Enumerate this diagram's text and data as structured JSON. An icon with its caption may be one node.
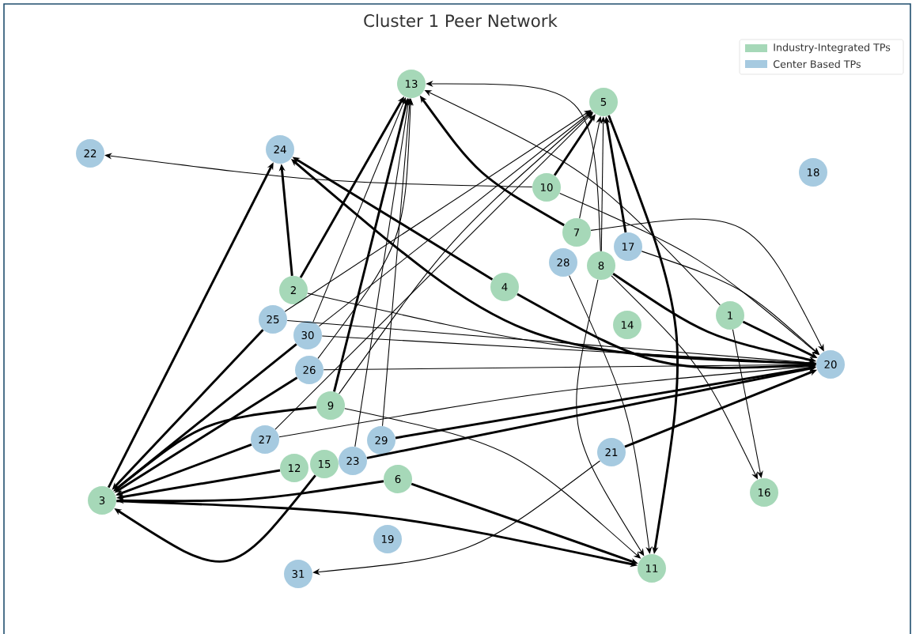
{
  "diagram": {
    "title": "Cluster 1 Peer Network",
    "nodes": [
      {
        "text": [
          "1"
        ]
      },
      {
        "text": [
          "2"
        ]
      },
      {
        "text": [
          "3"
        ]
      },
      {
        "text": [
          "4"
        ]
      },
      {
        "text": [
          "5"
        ]
      },
      {
        "text": [
          "6"
        ]
      },
      {
        "text": [
          "7"
        ]
      },
      {
        "text": [
          "8"
        ]
      },
      {
        "text": [
          "9"
        ]
      },
      {
        "text": [
          "10"
        ]
      },
      {
        "text": [
          "11"
        ]
      },
      {
        "text": [
          "12"
        ]
      },
      {
        "text": [
          "13"
        ]
      },
      {
        "text": [
          "14"
        ]
      },
      {
        "text": [
          "15"
        ]
      },
      {
        "text": [
          "16"
        ]
      },
      {
        "text": [
          "17"
        ]
      },
      {
        "text": [
          "18"
        ]
      },
      {
        "text": [
          "19"
        ]
      },
      {
        "text": [
          "20"
        ]
      },
      {
        "text": [
          "21"
        ]
      },
      {
        "text": [
          "22"
        ]
      },
      {
        "text": [
          "23"
        ]
      },
      {
        "text": [
          "24"
        ]
      },
      {
        "text": [
          "25"
        ]
      },
      {
        "text": [
          "26"
        ]
      },
      {
        "text": [
          "27"
        ]
      },
      {
        "text": [
          "28"
        ]
      },
      {
        "text": [
          "29"
        ]
      },
      {
        "text": [
          "30"
        ]
      },
      {
        "text": [
          "31"
        ]
      }
    ],
    "edges": [
      {
        "from": 24,
        "to": 2,
        "arrow": "to",
        "style": "thick"
      },
      {
        "from": 29,
        "to": 2,
        "arrow": "to",
        "style": "thick"
      },
      {
        "from": 25,
        "to": 2,
        "arrow": "to",
        "style": "thick"
      },
      {
        "from": 8,
        "to": 2,
        "arrow": "to",
        "style": "thick"
      },
      {
        "from": 26,
        "to": 2,
        "arrow": "to",
        "style": "thick"
      },
      {
        "from": 11,
        "to": 2,
        "arrow": "to",
        "style": "thick"
      },
      {
        "from": 14,
        "to": 2,
        "arrow": "to",
        "style": "thick"
      },
      {
        "from": 5,
        "to": 2,
        "arrow": "to",
        "style": "thick"
      },
      {
        "from": 2,
        "to": 23,
        "arrow": "to",
        "style": "thick"
      },
      {
        "from": 1,
        "to": 23,
        "arrow": "to",
        "style": "thick"
      },
      {
        "from": 3,
        "to": 23,
        "arrow": "to",
        "style": "thick"
      },
      {
        "from": 19,
        "to": 23,
        "arrow": "to",
        "style": "thick"
      },
      {
        "from": 9,
        "to": 21,
        "arrow": "to"
      },
      {
        "from": 1,
        "to": 12,
        "arrow": "to",
        "style": "thick"
      },
      {
        "from": 8,
        "to": 12,
        "arrow": "to",
        "style": "thick"
      },
      {
        "from": 6,
        "to": 12,
        "arrow": "to",
        "style": "thick"
      },
      {
        "from": 7,
        "to": 12,
        "arrow": "to"
      },
      {
        "from": 0,
        "to": 12,
        "arrow": "to"
      },
      {
        "from": 22,
        "to": 12,
        "arrow": "to"
      },
      {
        "from": 28,
        "to": 12,
        "arrow": "to"
      },
      {
        "from": 29,
        "to": 12,
        "arrow": "to"
      },
      {
        "from": 25,
        "to": 12,
        "arrow": "to"
      },
      {
        "from": 9,
        "to": 4,
        "arrow": "to",
        "style": "thick"
      },
      {
        "from": 16,
        "to": 4,
        "arrow": "to",
        "style": "thick"
      },
      {
        "from": 7,
        "to": 4,
        "arrow": "to"
      },
      {
        "from": 6,
        "to": 4,
        "arrow": "to"
      },
      {
        "from": 24,
        "to": 4,
        "arrow": "to"
      },
      {
        "from": 29,
        "to": 4,
        "arrow": "to"
      },
      {
        "from": 26,
        "to": 4,
        "arrow": "to"
      },
      {
        "from": 8,
        "to": 4,
        "arrow": "to"
      },
      {
        "from": 22,
        "to": 19,
        "arrow": "to",
        "style": "thick"
      },
      {
        "from": 28,
        "to": 19,
        "arrow": "to",
        "style": "thick"
      },
      {
        "from": 20,
        "to": 19,
        "arrow": "to",
        "style": "thick"
      },
      {
        "from": 3,
        "to": 19,
        "arrow": "to",
        "style": "thick"
      },
      {
        "from": 7,
        "to": 19,
        "arrow": "to",
        "style": "thick"
      },
      {
        "from": 0,
        "to": 19,
        "arrow": "to",
        "style": "thick"
      },
      {
        "from": 25,
        "to": 19,
        "arrow": "to"
      },
      {
        "from": 29,
        "to": 19,
        "arrow": "to"
      },
      {
        "from": 24,
        "to": 19,
        "arrow": "to"
      },
      {
        "from": 1,
        "to": 19,
        "arrow": "to"
      },
      {
        "from": 26,
        "to": 19,
        "arrow": "to"
      },
      {
        "from": 9,
        "to": 19,
        "arrow": "to"
      },
      {
        "from": 16,
        "to": 19,
        "arrow": "to"
      },
      {
        "from": 6,
        "to": 19,
        "arrow": "to"
      },
      {
        "from": 4,
        "to": 10,
        "arrow": "to",
        "style": "thick"
      },
      {
        "from": 2,
        "to": 10,
        "arrow": "to",
        "style": "thick"
      },
      {
        "from": 5,
        "to": 10,
        "arrow": "to",
        "style": "thick"
      },
      {
        "from": 8,
        "to": 10,
        "arrow": "to"
      },
      {
        "from": 7,
        "to": 10,
        "arrow": "to"
      },
      {
        "from": 27,
        "to": 10,
        "arrow": "to"
      },
      {
        "from": 7,
        "to": 15,
        "arrow": "to"
      },
      {
        "from": 0,
        "to": 15,
        "arrow": "to"
      },
      {
        "from": 20,
        "to": 30,
        "arrow": "to"
      }
    ],
    "legend": [
      {
        "text": "Industry-Integrated TPs",
        "color": "#a6d8b8"
      },
      {
        "text": "Center Based TPs",
        "color": "#a6cae0"
      }
    ]
  }
}
